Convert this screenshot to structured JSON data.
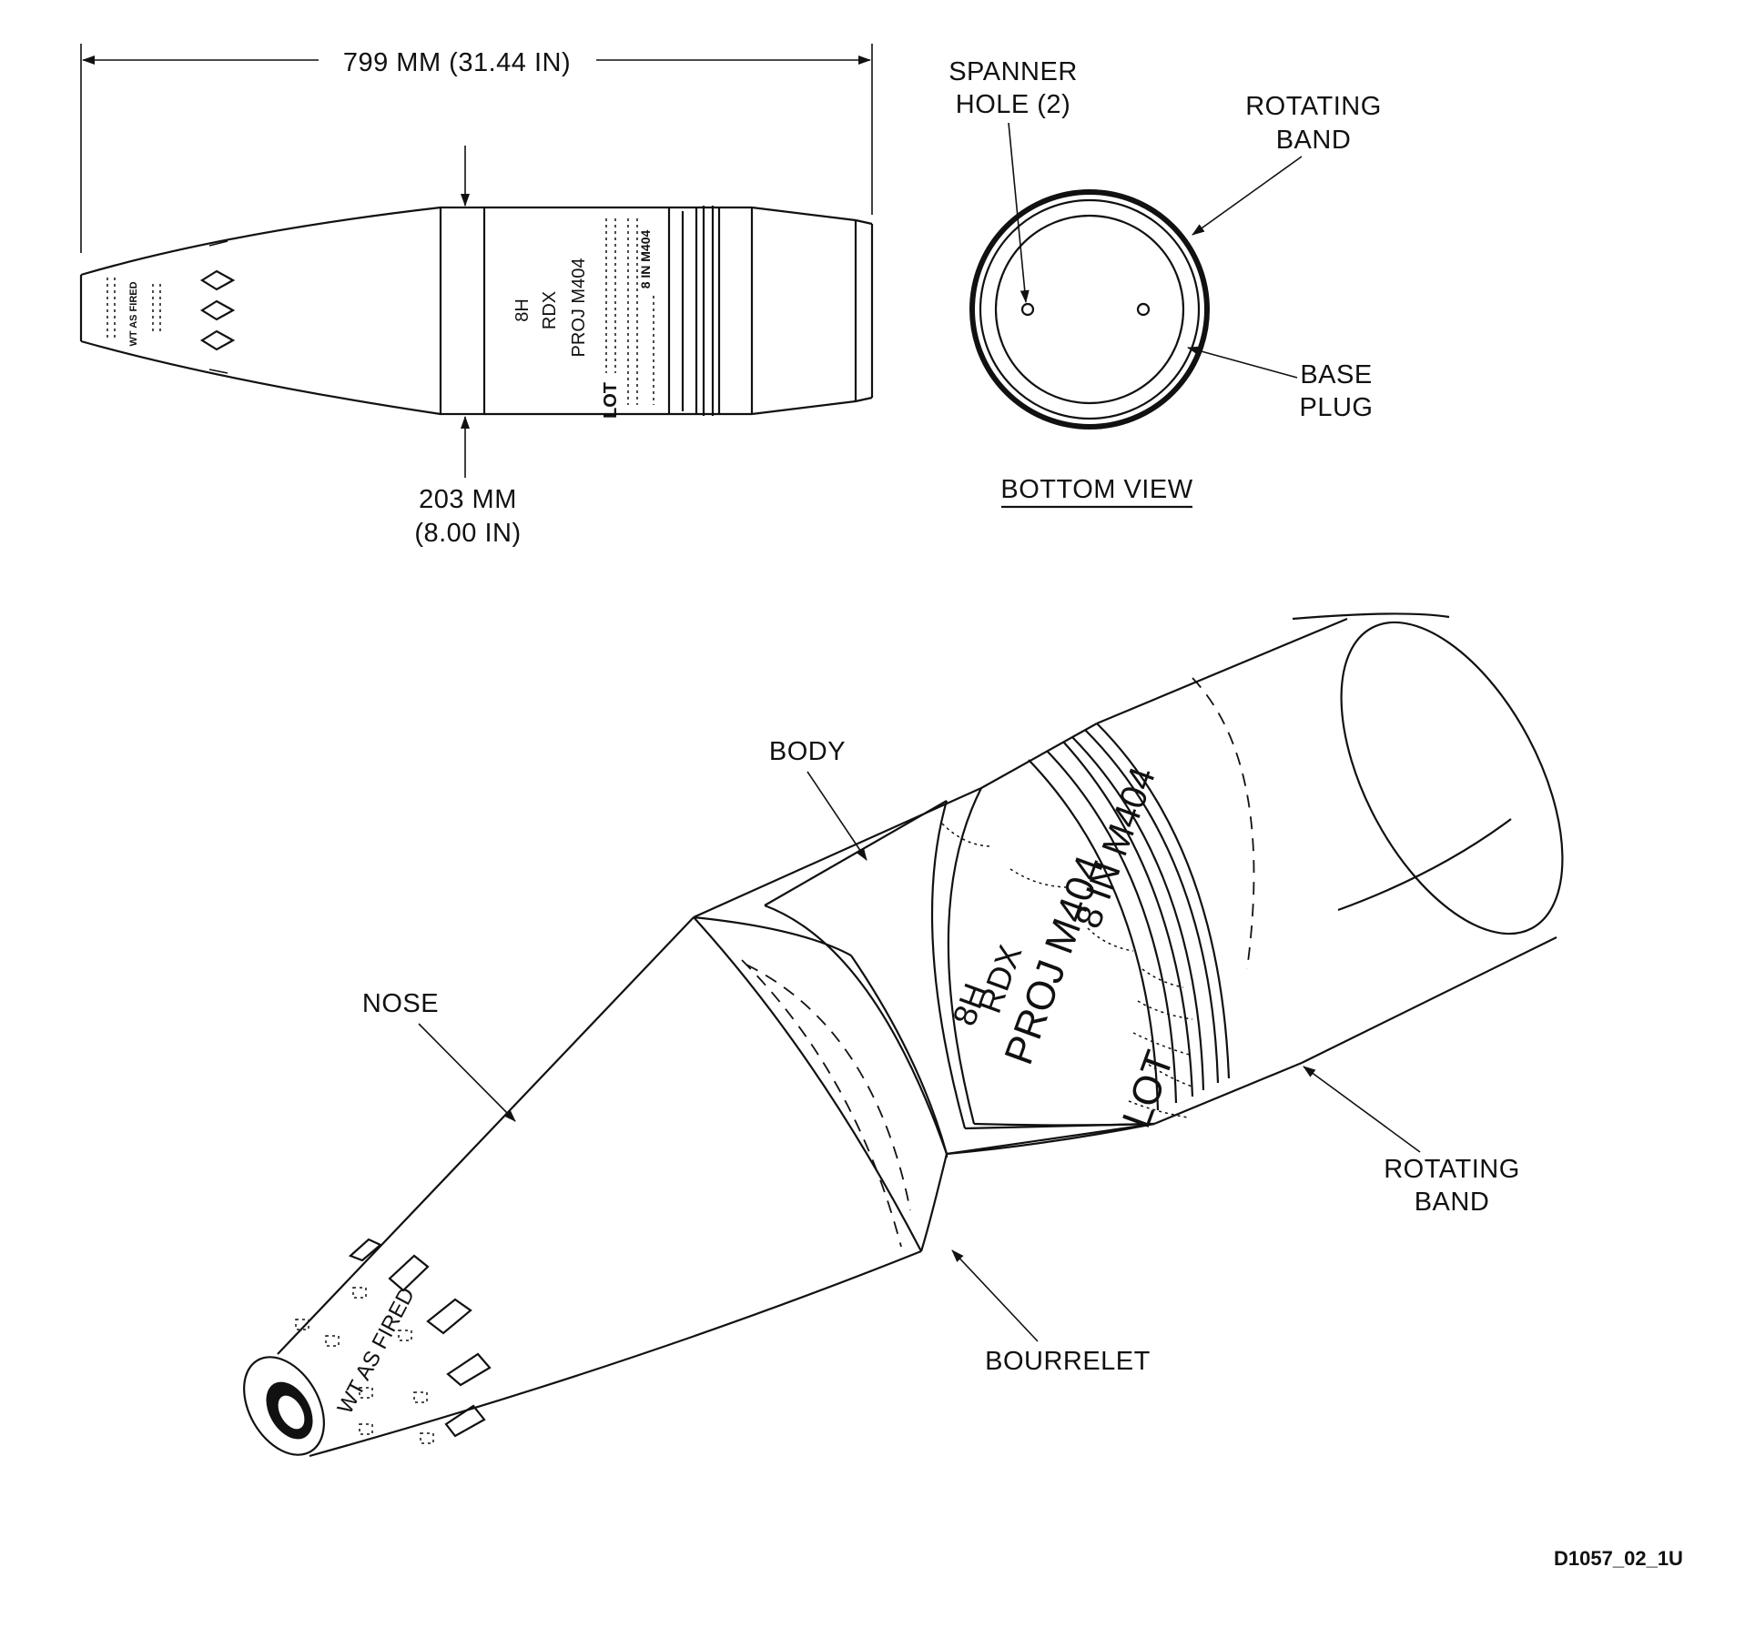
{
  "figure_id": "D1057_02_1U",
  "dimensions": {
    "length": "799 MM (31.44 IN)",
    "diameter_mm": "203 MM",
    "diameter_in": "(8.00 IN)"
  },
  "side_view_markings": {
    "line1": "8H",
    "line2": "RDX",
    "line3": "PROJ M404",
    "line4": "LOT",
    "line5": "8 IN M404",
    "nose_text": "WT AS FIRED"
  },
  "bottom_view": {
    "title": "BOTTOM VIEW",
    "spanner_hole_line1": "SPANNER",
    "spanner_hole_line2": "HOLE (2)",
    "rotating_band_line1": "ROTATING",
    "rotating_band_line2": "BAND",
    "base_plug_line1": "BASE",
    "base_plug_line2": "PLUG"
  },
  "iso_view": {
    "body": "BODY",
    "nose": "NOSE",
    "bourrelet": "BOURRELET",
    "rotating_band_line1": "ROTATING",
    "rotating_band_line2": "BAND",
    "mark_8h": "8H",
    "mark_rdx": "RDX",
    "mark_proj": "PROJ M404",
    "mark_lot": "LOT",
    "mark_8in": "8 IN M404",
    "mark_wt": "WT AS FIRED"
  }
}
